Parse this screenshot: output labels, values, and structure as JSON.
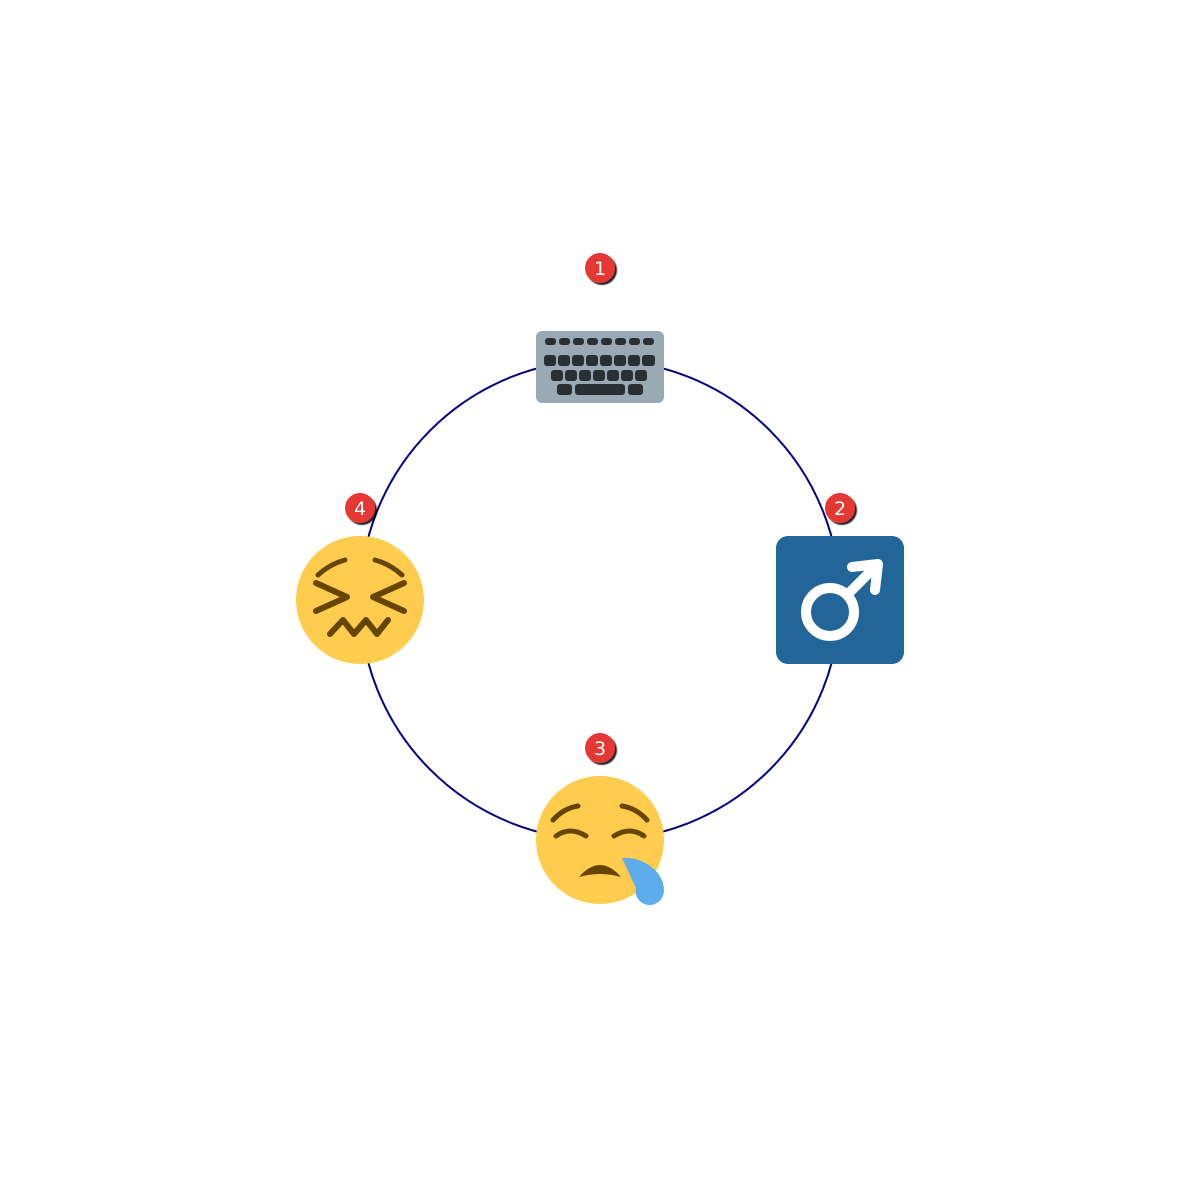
{
  "diagram": {
    "type": "cycle",
    "ring_color": "#000080",
    "badge_color": "#e53935",
    "nodes": [
      {
        "badge": "1",
        "icon": "keyboard-icon"
      },
      {
        "badge": "2",
        "icon": "male-sign-icon"
      },
      {
        "badge": "3",
        "icon": "sleepy-face-icon"
      },
      {
        "badge": "4",
        "icon": "confounded-face-icon"
      }
    ]
  }
}
